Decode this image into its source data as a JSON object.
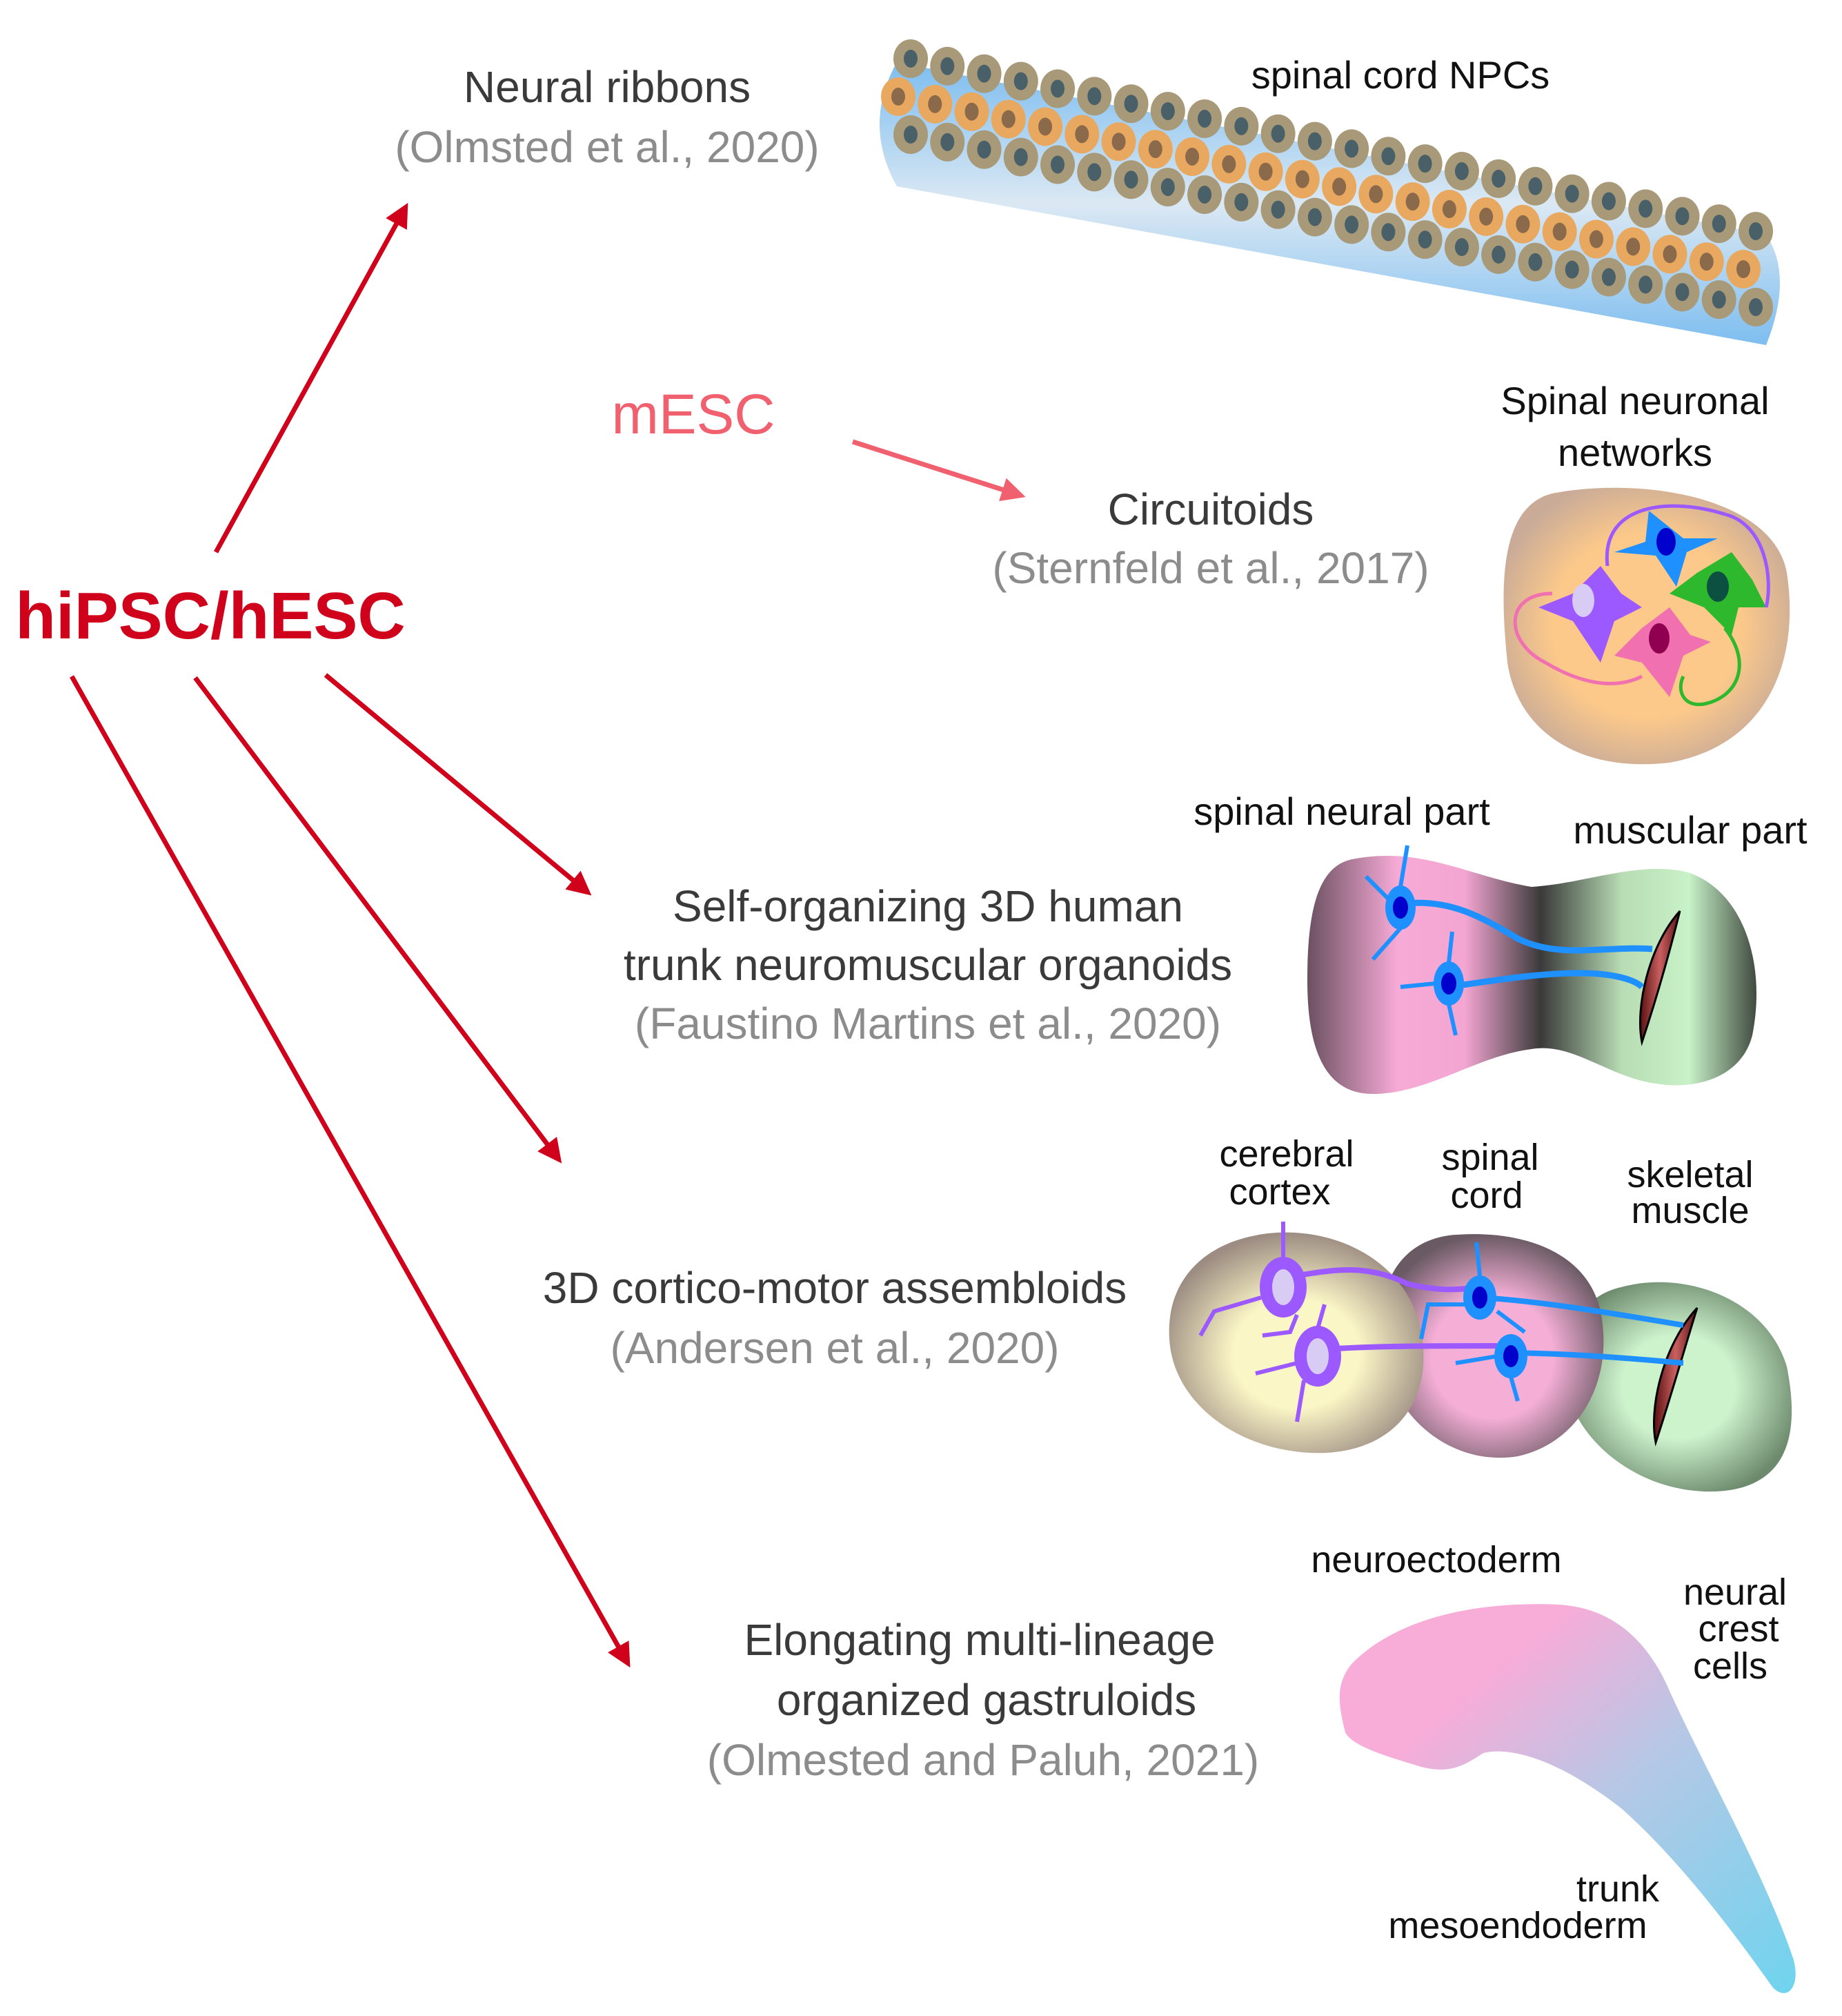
{
  "source": {
    "human": "hiPSC/hESC",
    "mouse": "mESC"
  },
  "colors": {
    "human_arrow": "#d0021b",
    "mouse_arrow": "#f0606e",
    "title_text": "#3a3a3a",
    "citation_text": "#8c8c8c",
    "label_text": "#111111"
  },
  "models": [
    {
      "id": "neural-ribbons",
      "title_lines": [
        "Neural ribbons"
      ],
      "citation": "(Olmsted et al., 2020)",
      "labels": [
        "spinal cord NPCs"
      ]
    },
    {
      "id": "circuitoids",
      "title_lines": [
        "Circuitoids"
      ],
      "citation": "(Sternfeld et al., 2017)",
      "labels": [
        "Spinal neuronal",
        "networks"
      ]
    },
    {
      "id": "neuromuscular-organoids",
      "title_lines": [
        "Self-organizing 3D human",
        "trunk neuromuscular organoids"
      ],
      "citation": "(Faustino Martins et al., 2020)",
      "labels": [
        "spinal neural part",
        "muscular part"
      ]
    },
    {
      "id": "cortico-motor-assembloids",
      "title_lines": [
        "3D cortico-motor assembloids"
      ],
      "citation": "(Andersen et al., 2020)",
      "labels": [
        "cerebral",
        "cortex",
        "spinal",
        "cord",
        "skeletal",
        "muscle"
      ]
    },
    {
      "id": "gastruloids",
      "title_lines": [
        "Elongating multi-lineage",
        "organized gastruloids"
      ],
      "citation": "(Olmested and Paluh, 2021)",
      "labels": [
        "neuroectoderm",
        "neural",
        "crest",
        "cells",
        "trunk",
        "mesoendoderm"
      ]
    }
  ]
}
